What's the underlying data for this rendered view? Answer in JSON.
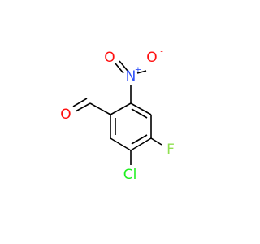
{
  "molecule": {
    "atoms": {
      "aldehyde_oxygen": "O",
      "nitro_nitrogen": "N",
      "nitro_oxygen": "O",
      "fluorine": "F",
      "chlorine": "Cl"
    },
    "charges": {
      "nitro_nitrogen": "+",
      "nitro_oxygen": "-"
    },
    "colors": {
      "bond": "#000000",
      "oxygen": "#ff0d0d",
      "nitrogen": "#3050f8",
      "fluorine": "#90e050",
      "chlorine": "#1ff01f"
    }
  }
}
